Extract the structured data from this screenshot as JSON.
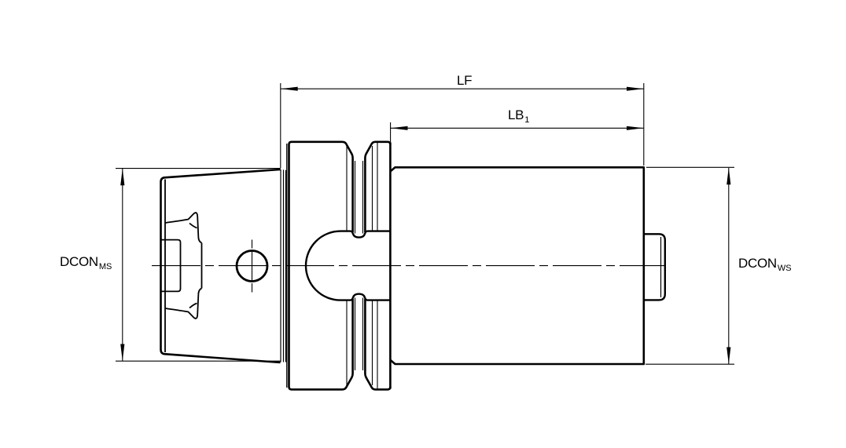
{
  "drawing": {
    "background_color": "#ffffff",
    "line_color": "#000000",
    "labels": {
      "lf": {
        "text": "LF"
      },
      "lb1": {
        "main": "LB",
        "sub": "1"
      },
      "dcon_ms": {
        "main": "DCON",
        "sub": "MS"
      },
      "dcon_ws": {
        "main": "DCON",
        "sub": "WS"
      }
    }
  }
}
